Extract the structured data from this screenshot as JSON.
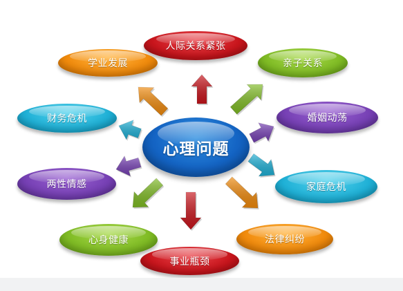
{
  "center": {
    "label": "心理问题",
    "color": "#1464c4"
  },
  "nodes": [
    {
      "id": "interpersonal",
      "label": "人际关系紧张",
      "color": "red"
    },
    {
      "id": "academic",
      "label": "学业发展",
      "color": "orange"
    },
    {
      "id": "parent-child",
      "label": "亲子关系",
      "color": "green"
    },
    {
      "id": "financial",
      "label": "财务危机",
      "color": "teal"
    },
    {
      "id": "marriage",
      "label": "婚姻动荡",
      "color": "purple"
    },
    {
      "id": "gender-emotion",
      "label": "两性情感",
      "color": "purple"
    },
    {
      "id": "family",
      "label": "家庭危机",
      "color": "teal"
    },
    {
      "id": "health",
      "label": "心身健康",
      "color": "green"
    },
    {
      "id": "legal",
      "label": "法律纠纷",
      "color": "orange"
    },
    {
      "id": "career",
      "label": "事业瓶颈",
      "color": "red"
    }
  ],
  "colors": {
    "red": "#c8151c",
    "orange": "#f08a0c",
    "green": "#7fbb24",
    "teal": "#1fb0d6",
    "purple": "#7640b4"
  }
}
